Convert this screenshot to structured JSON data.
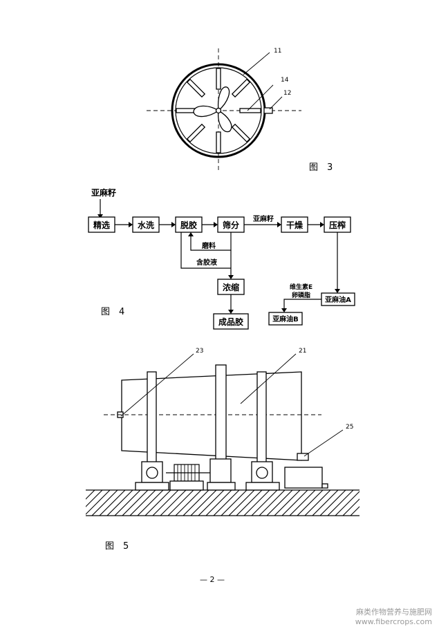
{
  "fig3": {
    "caption": "图　3",
    "refs": {
      "r11": "11",
      "r14": "14",
      "r12": "12"
    }
  },
  "fig4": {
    "caption": "图　4",
    "input_label": "亚麻籽",
    "boxes": {
      "jingxuan": "精选",
      "shuixi": "水洗",
      "tuojiao": "脱胶",
      "shaifen": "筛分",
      "ganzao": "干燥",
      "yazha": "压榨",
      "nongsuo": "浓缩",
      "chengpinjiao": "成品胶",
      "yamayouA": "亚麻油A",
      "yamayouB": "亚麻油B"
    },
    "edge_labels": {
      "seed_to_dry": "亚麻籽",
      "grind": "磨料",
      "gum_liquid": "含胶液",
      "vitamin_e": "维生素E",
      "lecithin": "卵磷脂"
    }
  },
  "fig5": {
    "caption": "图　5",
    "refs": {
      "r23": "23",
      "r21": "21",
      "r25": "25"
    }
  },
  "page_number": "— 2 —",
  "watermark": {
    "line1": "麻类作物营养与施肥网",
    "line2": "www.fibercrops.com"
  }
}
